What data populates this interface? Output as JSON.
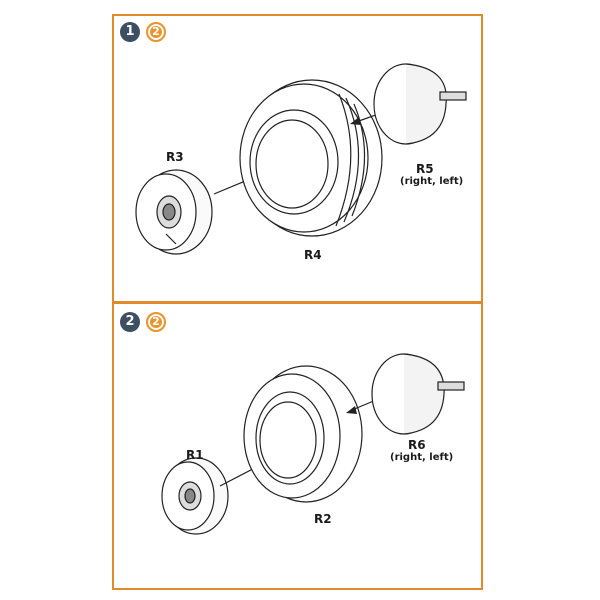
{
  "panels": [
    {
      "step": "1",
      "ref": "2",
      "parts": {
        "hub_inner": "R3",
        "tire": "R4",
        "hub_outer": "R5",
        "hub_outer_note": "(right, left)"
      }
    },
    {
      "step": "2",
      "ref": "2",
      "parts": {
        "hub_inner": "R1",
        "tire": "R2",
        "hub_outer": "R6",
        "hub_outer_note": "(right, left)"
      }
    }
  ],
  "colors": {
    "frame": "#e08a2c",
    "step_badge": "#3d4f63",
    "ref_badge": "#e8952f"
  }
}
